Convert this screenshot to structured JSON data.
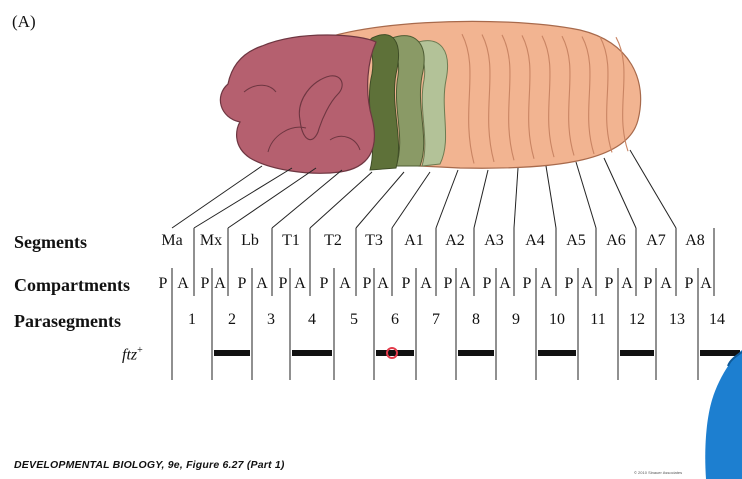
{
  "panel_label": "(A)",
  "rows": {
    "segments_label": "Segments",
    "compartments_label": "Compartments",
    "parasegments_label": "Parasegments",
    "ftz_label": "ftz",
    "ftz_sup": "+"
  },
  "segments": [
    "Ma",
    "Mx",
    "Lb",
    "T1",
    "T2",
    "T3",
    "A1",
    "A2",
    "A3",
    "A4",
    "A5",
    "A6",
    "A7",
    "A8"
  ],
  "compartments": [
    "P",
    "A",
    "P",
    "A",
    "P",
    "A",
    "P",
    "A",
    "P",
    "A",
    "P",
    "A",
    "P",
    "A",
    "P",
    "A",
    "P",
    "A",
    "P",
    "A",
    "P",
    "A",
    "P",
    "A",
    "P",
    "A",
    "P",
    "A"
  ],
  "parasegments": [
    "1",
    "2",
    "3",
    "4",
    "5",
    "6",
    "7",
    "8",
    "9",
    "10",
    "11",
    "12",
    "13",
    "14"
  ],
  "ftz_expressed_parasegments": [
    "2",
    "4",
    "6",
    "8",
    "10",
    "12",
    "14"
  ],
  "caption": "DEVELOPMENTAL BIOLOGY, 9e, Figure 6.27 (Part 1)",
  "copyright": "© 2010 Sinauer Associates",
  "colors": {
    "head": "#b5606f",
    "head_dark": "#7a3a46",
    "thorax_1": "#5e7139",
    "thorax_2": "#8a9a66",
    "thorax_3": "#b3c298",
    "abdomen": "#f2b491",
    "abdomen_line": "#c98463",
    "ftz_bar": "#111111",
    "person_shirt": "#1d7fd0",
    "marker": "#e23a4a"
  }
}
